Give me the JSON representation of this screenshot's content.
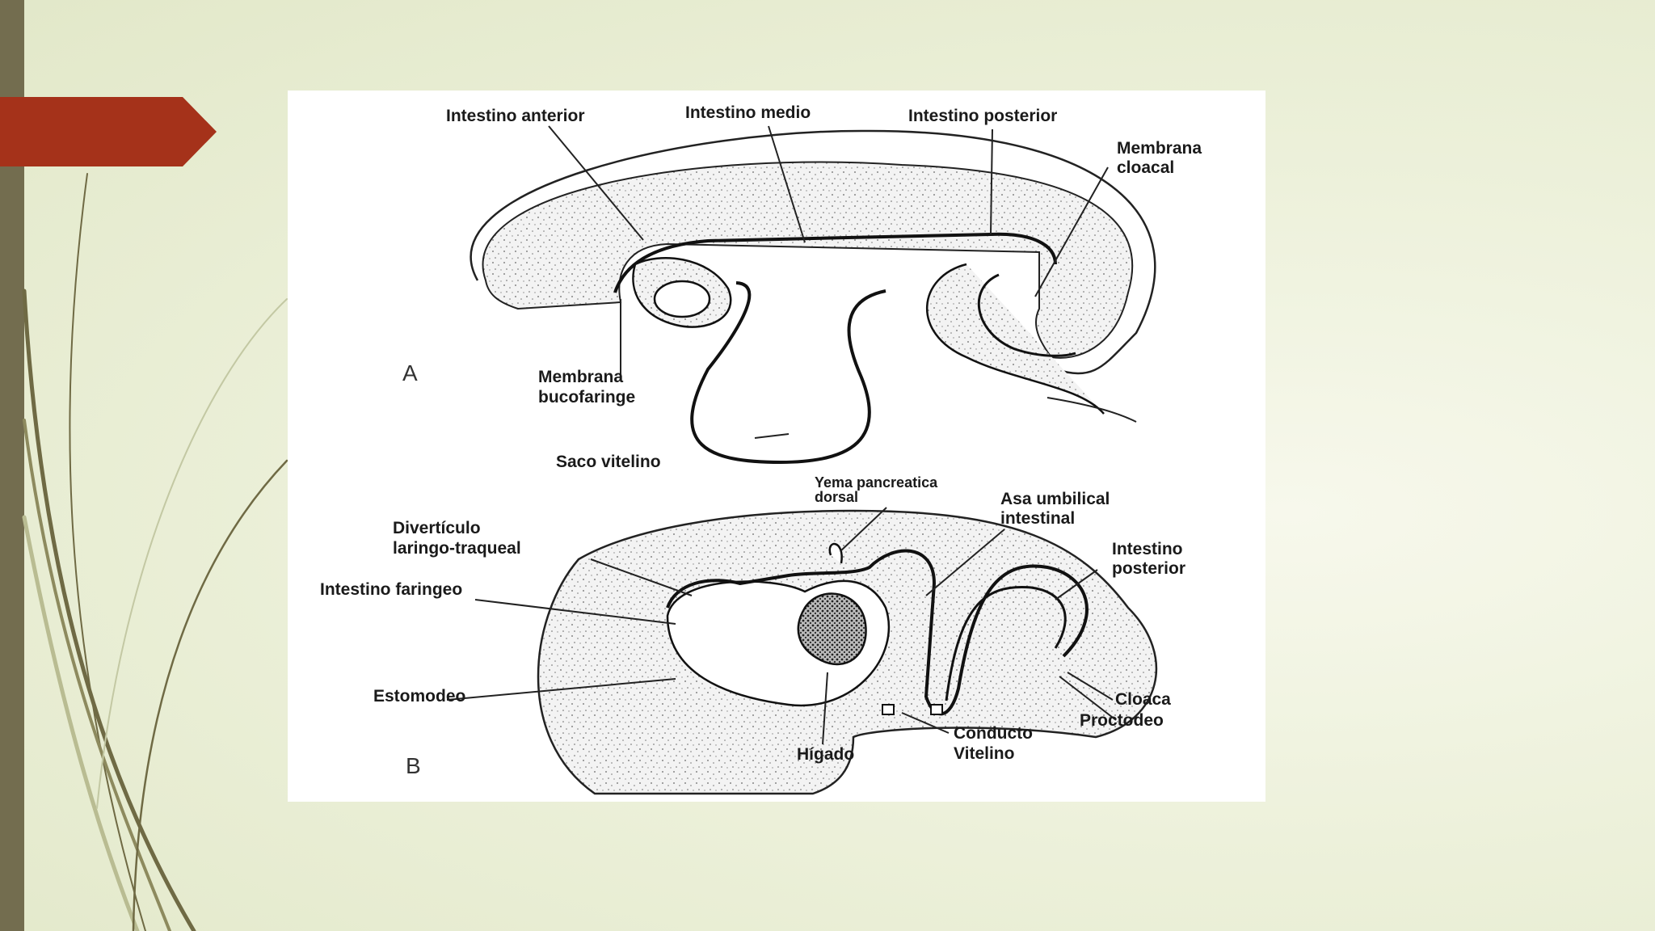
{
  "colors": {
    "sidebar": "#736d4f",
    "accent_tab": "#a5321a",
    "decor_lines": "#6f6a44"
  },
  "figure": {
    "panel_a": {
      "letter": "A",
      "labels": {
        "intestino_anterior": "Intestino anterior",
        "intestino_medio": "Intestino medio",
        "intestino_posterior": "Intestino posterior",
        "membrana_cloacal_1": "Membrana",
        "membrana_cloacal_2": "cloacal",
        "membrana_bucofaringe_1": "Membrana",
        "membrana_bucofaringe_2": "bucofaringe",
        "saco_vitelino": "Saco vitelino"
      }
    },
    "panel_b": {
      "letter": "B",
      "labels": {
        "yema_1": "Yema pancreatica",
        "yema_2": "dorsal",
        "asa_1": "Asa umbilical",
        "asa_2": "intestinal",
        "diverticulo_1": "Divertículo",
        "diverticulo_2": "laringo-traqueal",
        "intestino_faringeo": "Intestino faringeo",
        "intestino_posterior_1": "Intestino",
        "intestino_posterior_2": "posterior",
        "estomodeo": "Estomodeo",
        "cloaca": "Cloaca",
        "proctodeo": "Proctodeo",
        "conducto_1": "Conducto",
        "conducto_2": "Vitelino",
        "higado": "Hígado"
      }
    }
  }
}
